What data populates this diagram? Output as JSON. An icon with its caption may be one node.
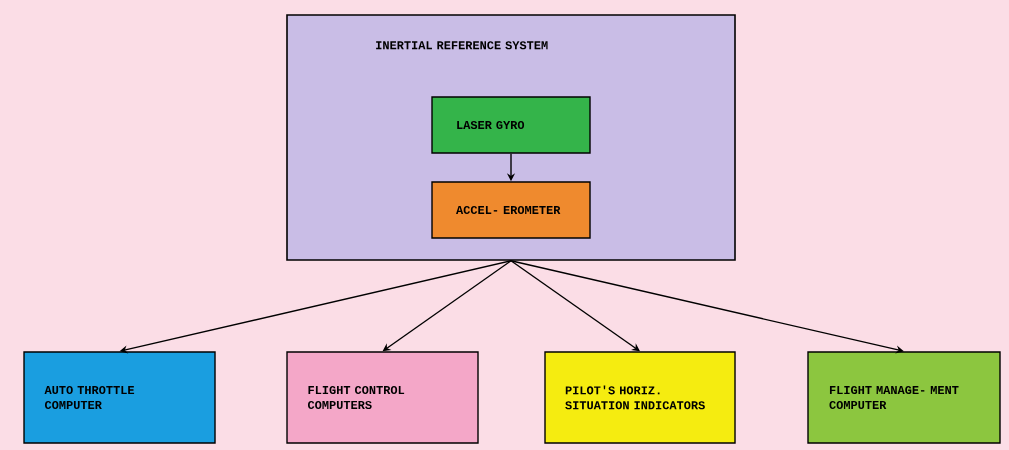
{
  "diagram": {
    "nodes": [
      {
        "text": [
          "INERTIAL REFERENCE SYSTEM"
        ]
      },
      {
        "text": [
          "LASER GYRO"
        ],
        "in": 0
      },
      {
        "text": [
          "ACCEL- EROMETER"
        ],
        "in": 0
      },
      {
        "text": [
          "AUTO THROTTLE COMPUTER"
        ]
      },
      {
        "text": [
          "FLIGHT CONTROL COMPUTERS"
        ]
      },
      {
        "text": [
          "PILOT'S HORIZ. SITUATION INDICATORS"
        ]
      },
      {
        "text": [
          "FLIGHT MANAGE- MENT COMPUTER"
        ]
      }
    ],
    "edges": [
      {
        "from": 1,
        "to": 2,
        "arrow": "to"
      },
      {
        "from": 0,
        "to": 3,
        "arrow": "to"
      },
      {
        "from": 0,
        "to": 4,
        "arrow": "to"
      },
      {
        "from": 0,
        "to": 5,
        "arrow": "to"
      },
      {
        "from": 0,
        "to": 6,
        "arrow": "to"
      }
    ]
  }
}
